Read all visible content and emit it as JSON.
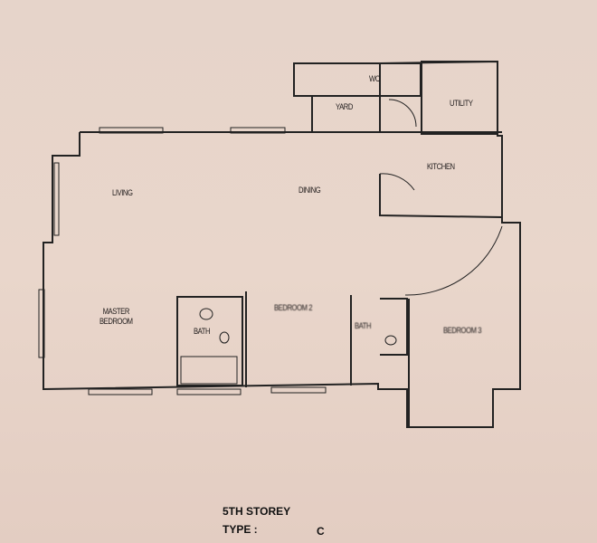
{
  "rooms": {
    "wc": "WC",
    "yard": "YARD",
    "utility": "UTILITY",
    "kitchen": "KITCHEN",
    "living": "LIVING",
    "dining": "DINING",
    "master_bedroom": "MASTER\nBEDROOM",
    "bath": "BATH",
    "bedroom_2": "BEDROOM 2",
    "bath_2": "BATH",
    "bedroom_3": "BEDROOM 3"
  },
  "footer": {
    "storey": "5TH STOREY",
    "type_label": "TYPE :",
    "type_value": "C"
  }
}
